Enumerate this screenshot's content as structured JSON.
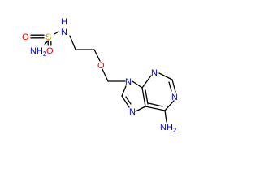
{
  "molecule": {
    "atoms": {
      "s": "S",
      "o_sulfonyl_left": "O",
      "o_sulfonyl_bottom": "O",
      "nh_sulfonamide": "N",
      "h_sulfonamide": "H",
      "nh2_sulfonyl": "NH",
      "nh2_sulfonyl_sub": "2",
      "o_ether": "O",
      "n9": "N",
      "n3": "N",
      "n1": "N",
      "n7": "N",
      "nh2_amino": "NH",
      "nh2_amino_sub": "2"
    },
    "colors": {
      "oxygen": "#ff0000",
      "nitrogen": "#0000ff",
      "sulfur": "#b8a000",
      "bond": "#000000"
    }
  }
}
